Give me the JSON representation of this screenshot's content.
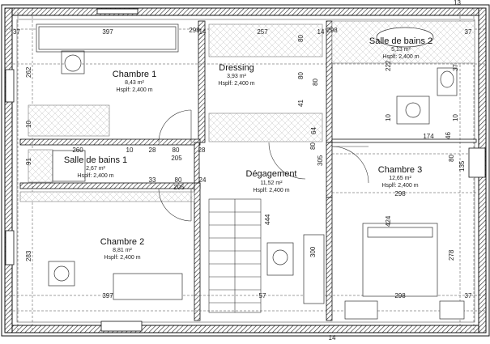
{
  "rooms": [
    {
      "name": "Chambre 1",
      "area": "8,43 m²",
      "height": "Hsplf: 2,400 m"
    },
    {
      "name": "Dressing",
      "area": "3,93 m²",
      "height": "Hsplf: 2,400 m"
    },
    {
      "name": "Salle de bains 2",
      "area": "5,13 m²",
      "height": "Hsplf: 2,400 m"
    },
    {
      "name": "Salle de bains 1",
      "area": "2,67 m²",
      "height": "Hsplf: 2,400 m"
    },
    {
      "name": "Dégagement",
      "area": "11,52 m²",
      "height": "Hsplf: 2,400 m"
    },
    {
      "name": "Chambre 3",
      "area": "12,65 m²",
      "height": "Hsplf: 2,400 m"
    },
    {
      "name": "Chambre 2",
      "area": "8,81 m²",
      "height": "Hsplf: 2,400 m"
    }
  ],
  "dims": {
    "top_left_37": "37",
    "top_397": "397",
    "top_14a": "14",
    "top_298": "298",
    "top_257": "257",
    "top_14b": "14",
    "top_298b": "298",
    "top_37b": "37",
    "left_262": "262",
    "left_10": "10",
    "left_91": "91",
    "left_283": "283",
    "d_260": "260",
    "d_10": "10",
    "d_28a": "28",
    "d_80a": "80",
    "d_28b": "28",
    "d_205a": "205",
    "d_33": "33",
    "d_80b": "80",
    "d_24": "24",
    "d_205b": "205",
    "dress_80a": "80",
    "dress_80b": "80",
    "dress_80c": "80",
    "dress_41": "41",
    "dress_64": "64",
    "dress_80d": "80",
    "dress_305": "305",
    "sdb2_222": "222",
    "sdb2_37": "37",
    "sdb2_10a": "10",
    "sdb2_10b": "10",
    "sdb2_46": "46",
    "sdb2_174": "174",
    "ch3_80": "80",
    "ch3_135": "135",
    "ch3_298": "298",
    "ch3_424": "424",
    "ch3_278": "278",
    "stair_444": "444",
    "stair_300": "300",
    "bot_397": "397",
    "bot_57": "57",
    "bot_298": "298",
    "bot_37": "37",
    "right_13": "13",
    "bot_14": "14"
  }
}
